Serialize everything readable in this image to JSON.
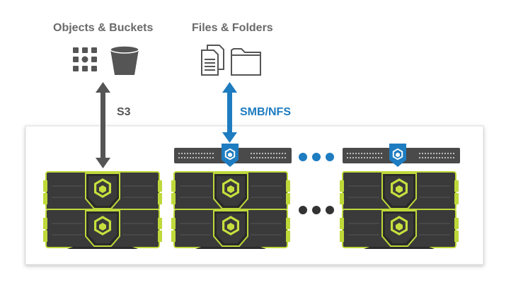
{
  "labels": {
    "objects_buckets": "Objects & Buckets",
    "files_folders": "Files & Folders",
    "s3": "S3",
    "smb_nfs": "SMB/NFS"
  },
  "icons": {
    "objects": "grid-of-dots-icon",
    "bucket": "bucket-icon",
    "documents": "documents-icon",
    "folder": "folder-icon",
    "logo": "hexagon-logo-icon"
  },
  "colors": {
    "accent_blue": "#1e7cc0",
    "server_dark": "#3b3b3b",
    "server_green": "#c0d93c",
    "icon_gray": "#555555",
    "arrow_gray": "#555555",
    "dots_dark": "#333333"
  }
}
